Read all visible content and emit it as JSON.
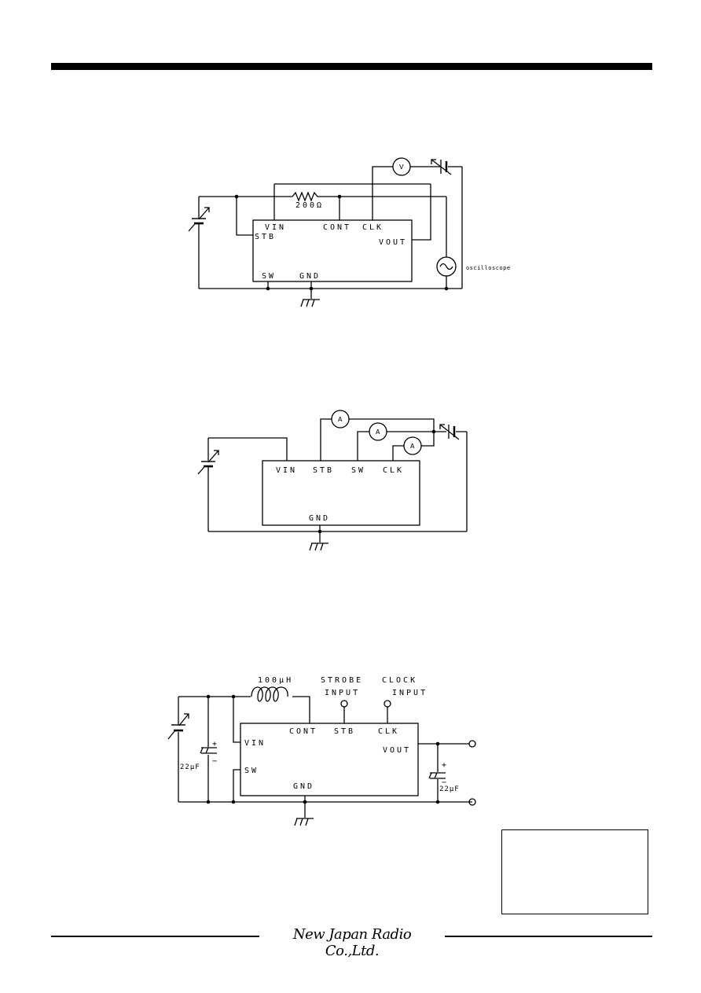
{
  "circuit1": {
    "resistor": "200Ω",
    "pins": {
      "vin": "VIN",
      "stb": "STB",
      "cont": "CONT",
      "clk": "CLK",
      "vout": "VOUT",
      "sw": "SW",
      "gnd": "GND"
    },
    "voltmeter": "V",
    "scope_label": "oscilloscope"
  },
  "circuit2": {
    "pins": {
      "vin": "VIN",
      "stb": "STB",
      "sw": "SW",
      "clk": "CLK",
      "gnd": "GND"
    },
    "ammeter": "A"
  },
  "circuit3": {
    "inductor": "100μH",
    "strobe_input": [
      "STROBE",
      "INPUT"
    ],
    "clock_input": [
      "CLOCK",
      "INPUT"
    ],
    "pins": {
      "cont": "CONT",
      "stb": "STB",
      "clk": "CLK",
      "vin": "VIN",
      "vout": "VOUT",
      "sw": "SW",
      "gnd": "GND"
    },
    "cap_in": "22μF",
    "cap_out": "22μF",
    "plus": "+",
    "minus": "−"
  },
  "footer": {
    "company": "New Japan Radio Co.,Ltd."
  }
}
